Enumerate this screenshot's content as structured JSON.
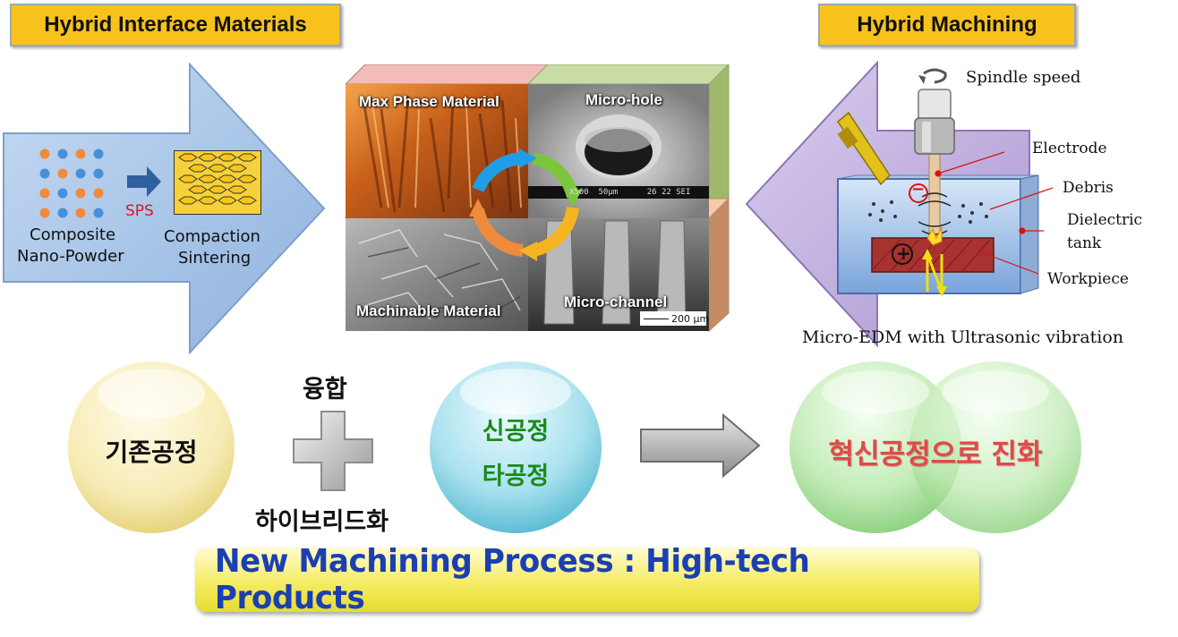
{
  "headings": {
    "left": "Hybrid Interface Materials",
    "right": "Hybrid Machining"
  },
  "left_process": {
    "powder_label_1": "Composite",
    "powder_label_2": "Nano-Powder",
    "sps_label": "SPS",
    "sinter_label_1": "Compaction",
    "sinter_label_2": "Sintering"
  },
  "photos": {
    "top_left": "Max Phase Material",
    "top_right": "Micro-hole",
    "bottom_left": "Machinable Material",
    "bottom_right": "Micro-channel",
    "scale_bar": "200 μm",
    "sem_info": "X500  50μm      26 22 SEI"
  },
  "edm": {
    "spindle": "Spindle speed",
    "electrode": "Electrode",
    "debris": "Debris",
    "dielectric_1": "Dielectric",
    "dielectric_2": "tank",
    "workpiece": "Workpiece",
    "minus": "−",
    "plus": "+",
    "caption": "Micro-EDM with Ultrasonic vibration"
  },
  "bottom": {
    "existing": "기존공정",
    "fusion": "융합",
    "hybridize": "하이브리드화",
    "new_process": "신공정",
    "other_process": "타공정",
    "innovation": "혁신공정으로 진화"
  },
  "banner": "New Machining Process : High-tech Products",
  "colors": {
    "heading_bg": "#f7c21b",
    "left_arrow": "#a6c3e6",
    "right_arrow": "#c5b4de",
    "banner_text": "#1b3fb3",
    "innovation_text": "#e34848",
    "new_process_text": "#1a8a1a"
  }
}
